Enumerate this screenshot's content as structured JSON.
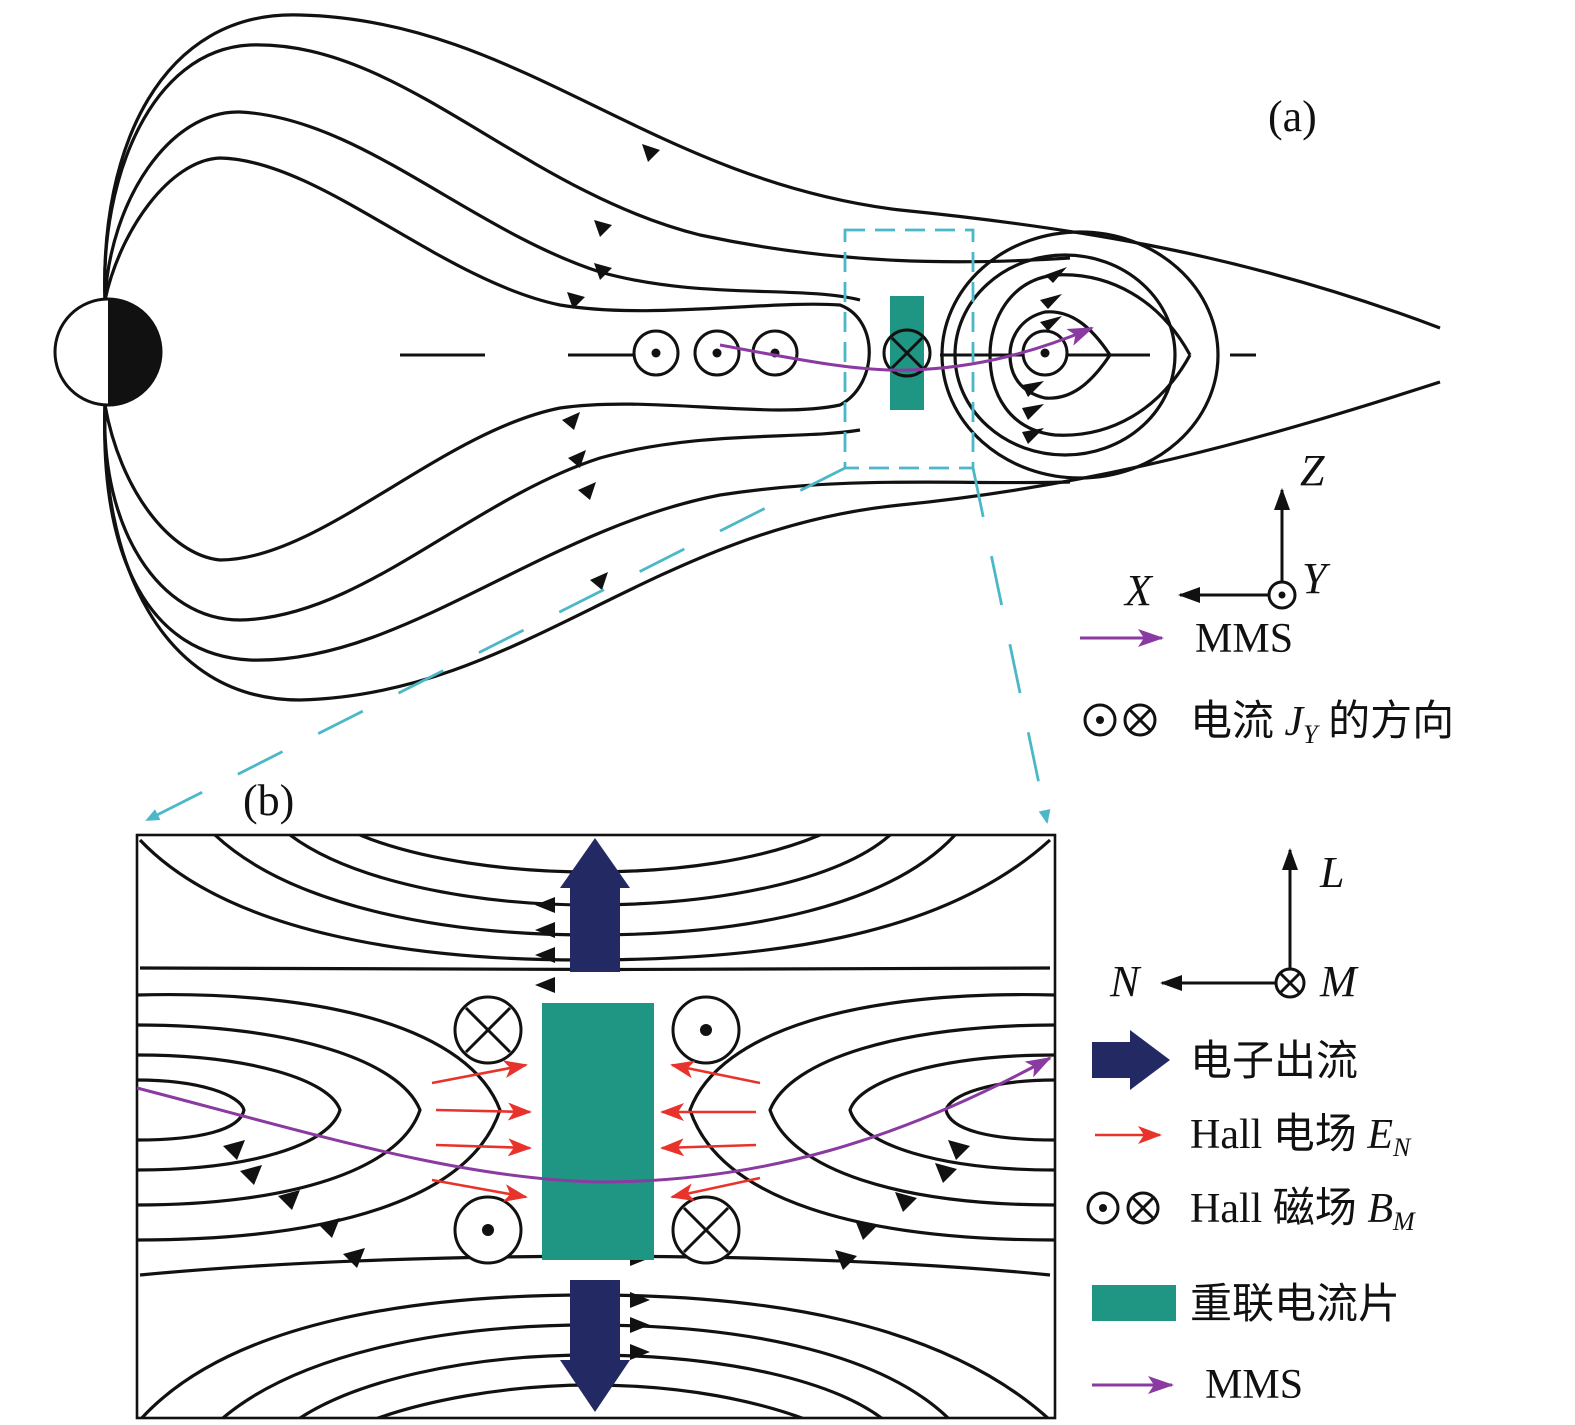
{
  "panel_a": {
    "label": "(a)",
    "axes": {
      "up": "Z",
      "left": "X",
      "out": "Y"
    },
    "legend": {
      "mms_label": "MMS",
      "current_label_prefix": "电流 ",
      "current_var": "J",
      "current_sub": "Y",
      "current_label_suffix": " 的方向"
    }
  },
  "panel_b": {
    "label": "(b)",
    "axes": {
      "up": "L",
      "left": "N",
      "in": "M"
    },
    "legend": {
      "outflow_label": "电子出流",
      "efield_prefix": "Hall 电场 ",
      "efield_var": "E",
      "efield_sub": "N",
      "bfield_prefix": "Hall 磁场 ",
      "bfield_var": "B",
      "bfield_sub": "M",
      "sheet_label": "重联电流片",
      "mms_label": "MMS"
    }
  },
  "colors": {
    "field_line": "#111111",
    "current_sheet": "#1e9683",
    "outflow_arrow": "#232a63",
    "hall_e_arrow": "#e8332c",
    "mms_track": "#8a3aa0",
    "zoom_guide": "#4bb8c8"
  },
  "icons": [
    "earth-icon",
    "current-out-icon",
    "current-in-icon",
    "arrow-icon"
  ]
}
